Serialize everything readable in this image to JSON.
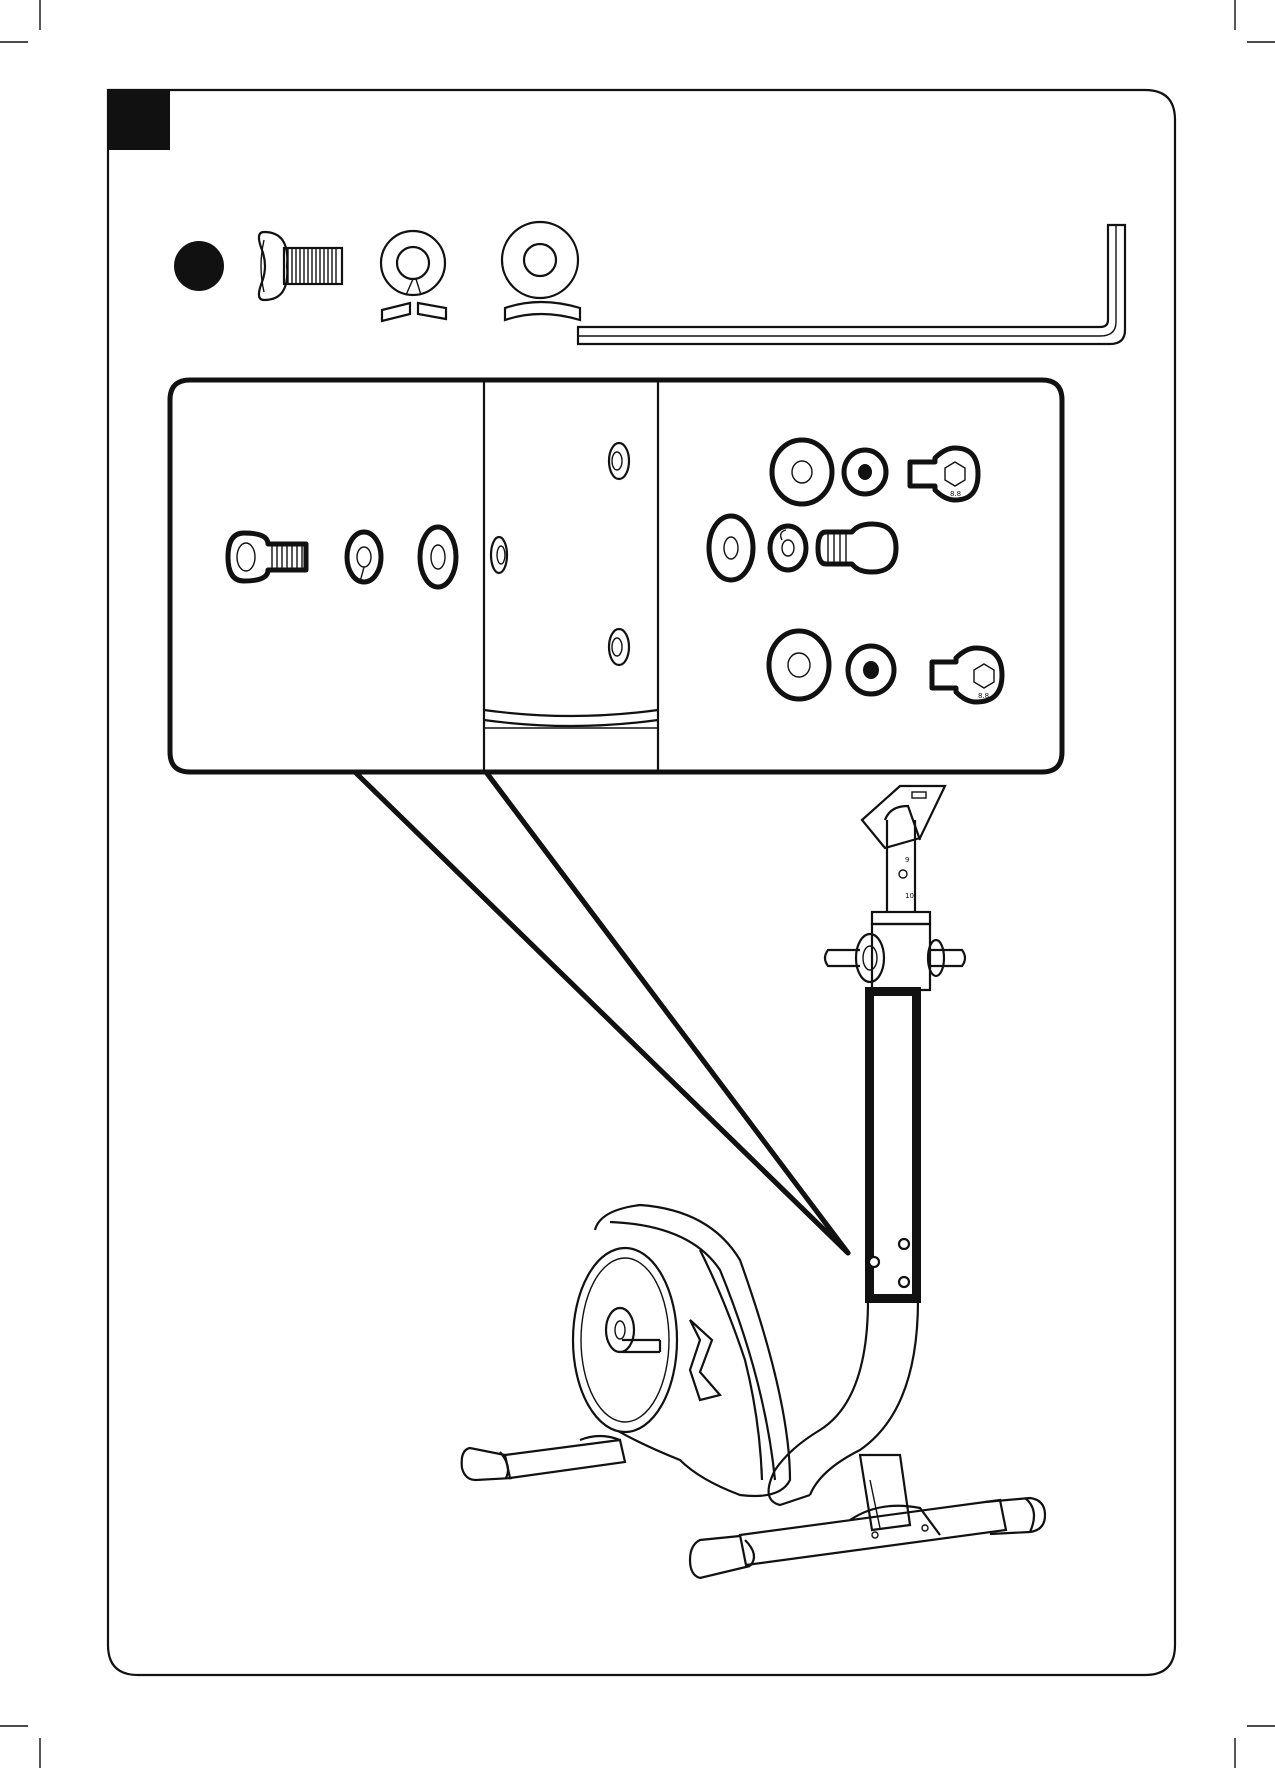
{
  "page": {
    "step_marker_color": "#111111",
    "line_color": "#111111",
    "background": "#ffffff"
  },
  "hardware_row": {
    "bullet_icon": "filled-circle",
    "items": [
      {
        "icon": "bolt-icon"
      },
      {
        "icon": "split-lock-washer-icon"
      },
      {
        "icon": "flat-washer-icon"
      },
      {
        "icon": "allen-key-icon"
      }
    ]
  },
  "detail_callout": {
    "bolt_markings": [
      "8.8",
      "8.8"
    ]
  },
  "illustration": {
    "subject": "exercise-bike-frame-icon",
    "post_markings": [
      "9",
      "10"
    ]
  }
}
